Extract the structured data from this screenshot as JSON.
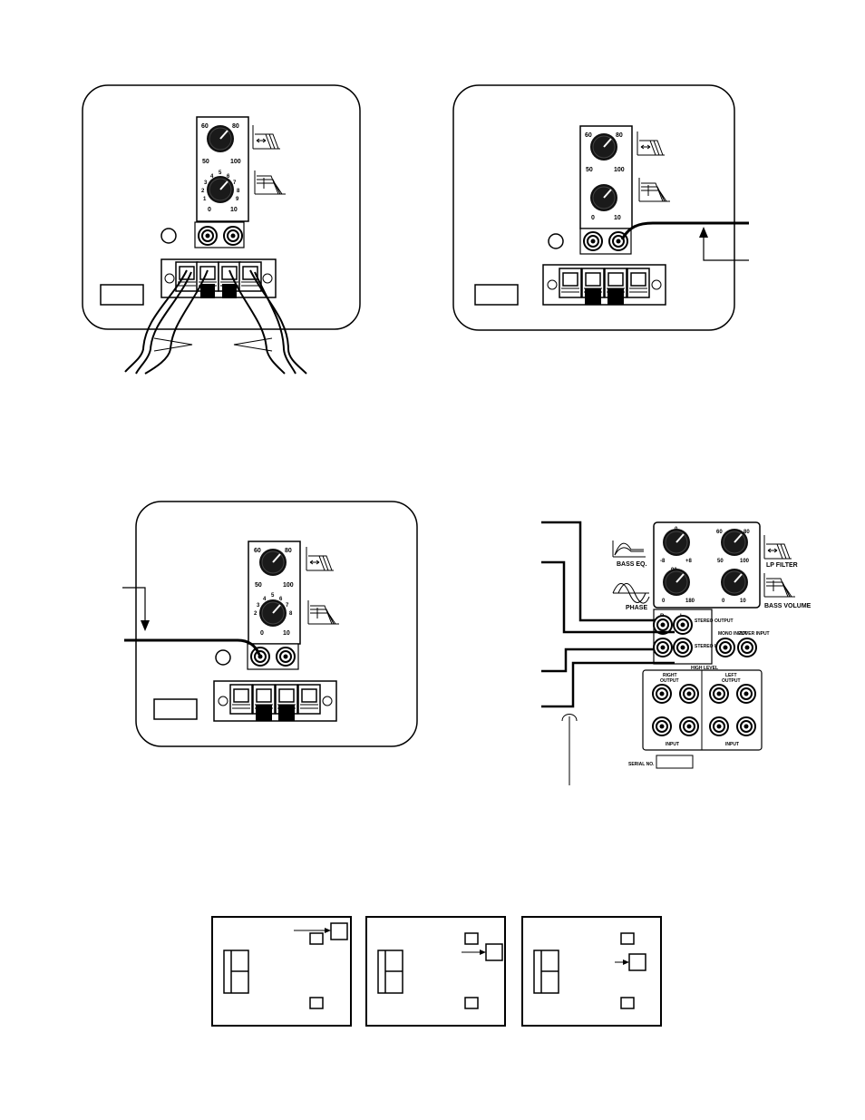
{
  "knob_labels": {
    "top_left": "60",
    "top_right": "80",
    "bottom_left": "50",
    "bottom_right": "100",
    "lower_bottom_left": "0",
    "lower_bottom_right": "10",
    "scale_1": "1",
    "scale_2": "2",
    "scale_3": "3",
    "scale_4": "4",
    "scale_5": "5",
    "scale_6": "6",
    "scale_7": "7",
    "scale_8": "8",
    "scale_9": "9"
  },
  "panel_d": {
    "bass_eq": "BASS EQ.",
    "bass_eq_min": "-8",
    "bass_eq_max": "+8",
    "bass_eq_top": "0",
    "phase": "PHASE",
    "phase_min": "0",
    "phase_max": "180",
    "phase_top": "90",
    "lp_filter": "LP FILTER",
    "bass_volume": "BASS VOLUME",
    "stereo_output": "STEREO OUTPUT",
    "stereo_input": "STEREO INPUT",
    "mono_input": "MONO INPUT",
    "zover_input": "ZOVER INPUT",
    "r": "R",
    "l": "L",
    "high_level": "HIGH LEVEL",
    "right": "RIGHT",
    "left": "LEFT",
    "output": "OUTPUT",
    "input": "INPUT",
    "serial_no": "SERIAL NO."
  }
}
